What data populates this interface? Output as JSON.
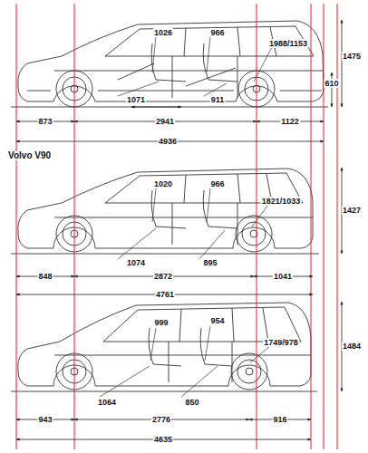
{
  "diagram": {
    "labels": [
      "1026",
      "966",
      "1988/1153",
      "1475",
      "610",
      "1071",
      "911",
      "873",
      "2941",
      "1122",
      "4936",
      "Volvo V90",
      "1020",
      "966",
      "1821/1033",
      "1427",
      "1074",
      "895",
      "848",
      "2872",
      "1041",
      "4761",
      "999",
      "954",
      "1749/978",
      "1484",
      "1064",
      "850",
      "943",
      "2776",
      "916",
      "4635"
    ]
  }
}
